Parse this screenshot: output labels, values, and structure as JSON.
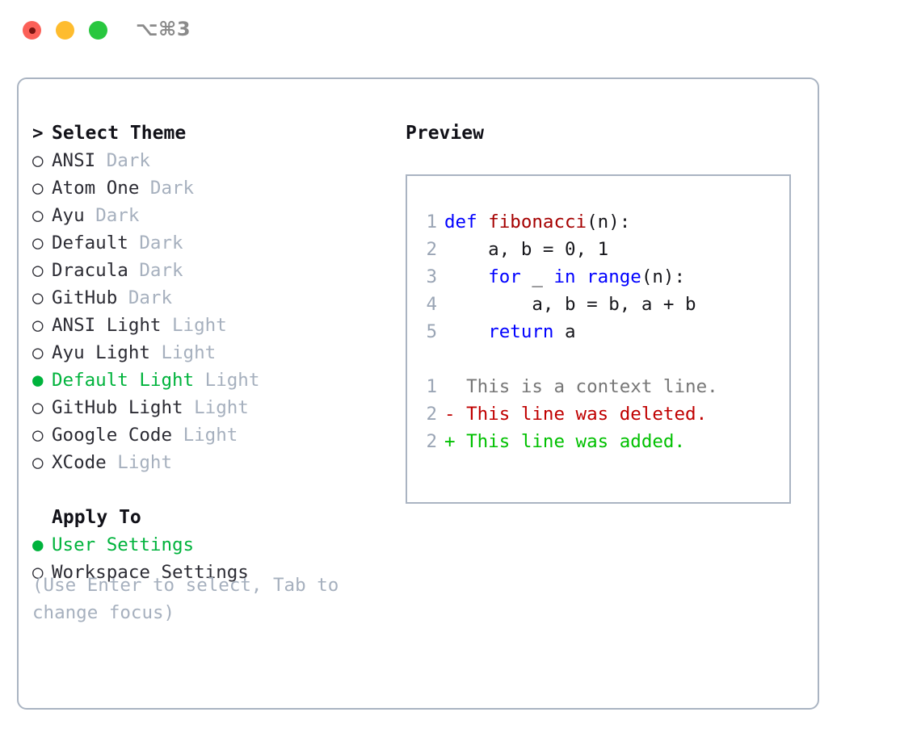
{
  "titlebar": {
    "traffic_lights": [
      {
        "name": "close",
        "color": "#FB6058"
      },
      {
        "name": "minimize",
        "color": "#FEBC2E"
      },
      {
        "name": "maximize",
        "color": "#28C73F"
      }
    ],
    "shortcut": "⌥⌘3"
  },
  "theme_panel": {
    "header_caret": ">",
    "header_label": "Select Theme",
    "marker_selected": "●",
    "marker_unselected": "○",
    "items": [
      {
        "marker": "○",
        "name": "ANSI",
        "suffix": "Dark",
        "selected": false
      },
      {
        "marker": "○",
        "name": "Atom One",
        "suffix": "Dark",
        "selected": false
      },
      {
        "marker": "○",
        "name": "Ayu",
        "suffix": "Dark",
        "selected": false
      },
      {
        "marker": "○",
        "name": "Default",
        "suffix": "Dark",
        "selected": false
      },
      {
        "marker": "○",
        "name": "Dracula",
        "suffix": "Dark",
        "selected": false
      },
      {
        "marker": "○",
        "name": "GitHub",
        "suffix": "Dark",
        "selected": false
      },
      {
        "marker": "○",
        "name": "ANSI Light",
        "suffix": "Light",
        "selected": false
      },
      {
        "marker": "○",
        "name": "Ayu Light",
        "suffix": "Light",
        "selected": false
      },
      {
        "marker": "●",
        "name": "Default Light",
        "suffix": "Light",
        "selected": true
      },
      {
        "marker": "○",
        "name": "GitHub Light",
        "suffix": "Light",
        "selected": false
      },
      {
        "marker": "○",
        "name": "Google Code",
        "suffix": "Light",
        "selected": false
      },
      {
        "marker": "○",
        "name": "XCode",
        "suffix": "Light",
        "selected": false
      }
    ]
  },
  "apply_to": {
    "header_label": "Apply To",
    "items": [
      {
        "marker": "●",
        "name": "User Settings",
        "selected": true
      },
      {
        "marker": "○",
        "name": "Workspace Settings",
        "selected": false
      }
    ]
  },
  "hint": "(Use Enter to select, Tab to change focus)",
  "preview": {
    "title": "Preview",
    "code_lines": [
      {
        "n": "1",
        "tokens": [
          {
            "t": "def",
            "c": "kw"
          },
          {
            "t": " ",
            "c": "plain"
          },
          {
            "t": "fibonacci",
            "c": "fn"
          },
          {
            "t": "(n):",
            "c": "plain"
          }
        ]
      },
      {
        "n": "2",
        "tokens": [
          {
            "t": "    a, b = 0, 1",
            "c": "plain"
          }
        ]
      },
      {
        "n": "3",
        "tokens": [
          {
            "t": "    ",
            "c": "plain"
          },
          {
            "t": "for",
            "c": "kw"
          },
          {
            "t": " _ ",
            "c": "plain"
          },
          {
            "t": "in",
            "c": "kw"
          },
          {
            "t": " ",
            "c": "plain"
          },
          {
            "t": "range",
            "c": "kw"
          },
          {
            "t": "(n):",
            "c": "plain"
          }
        ]
      },
      {
        "n": "4",
        "tokens": [
          {
            "t": "        a, b = b, a + b",
            "c": "plain"
          }
        ]
      },
      {
        "n": "5",
        "tokens": [
          {
            "t": "    ",
            "c": "plain"
          },
          {
            "t": "return",
            "c": "kw"
          },
          {
            "t": " a",
            "c": "plain"
          }
        ]
      }
    ],
    "diff_lines": [
      {
        "n": "1",
        "sign": " ",
        "text": "This is a context line.",
        "kind": "ctx"
      },
      {
        "n": "2",
        "sign": "-",
        "text": "This line was deleted.",
        "kind": "del"
      },
      {
        "n": "2",
        "sign": "+",
        "text": "This line was added.",
        "kind": "add"
      }
    ]
  },
  "colors": {
    "accent_green": "#00B33C",
    "muted": "#A6B0BE",
    "border": "#AAB4C2",
    "keyword": "#0000FF",
    "function": "#A50000",
    "diff_deleted": "#C00000",
    "diff_added": "#00C000",
    "line_number": "#9AA5B5"
  }
}
